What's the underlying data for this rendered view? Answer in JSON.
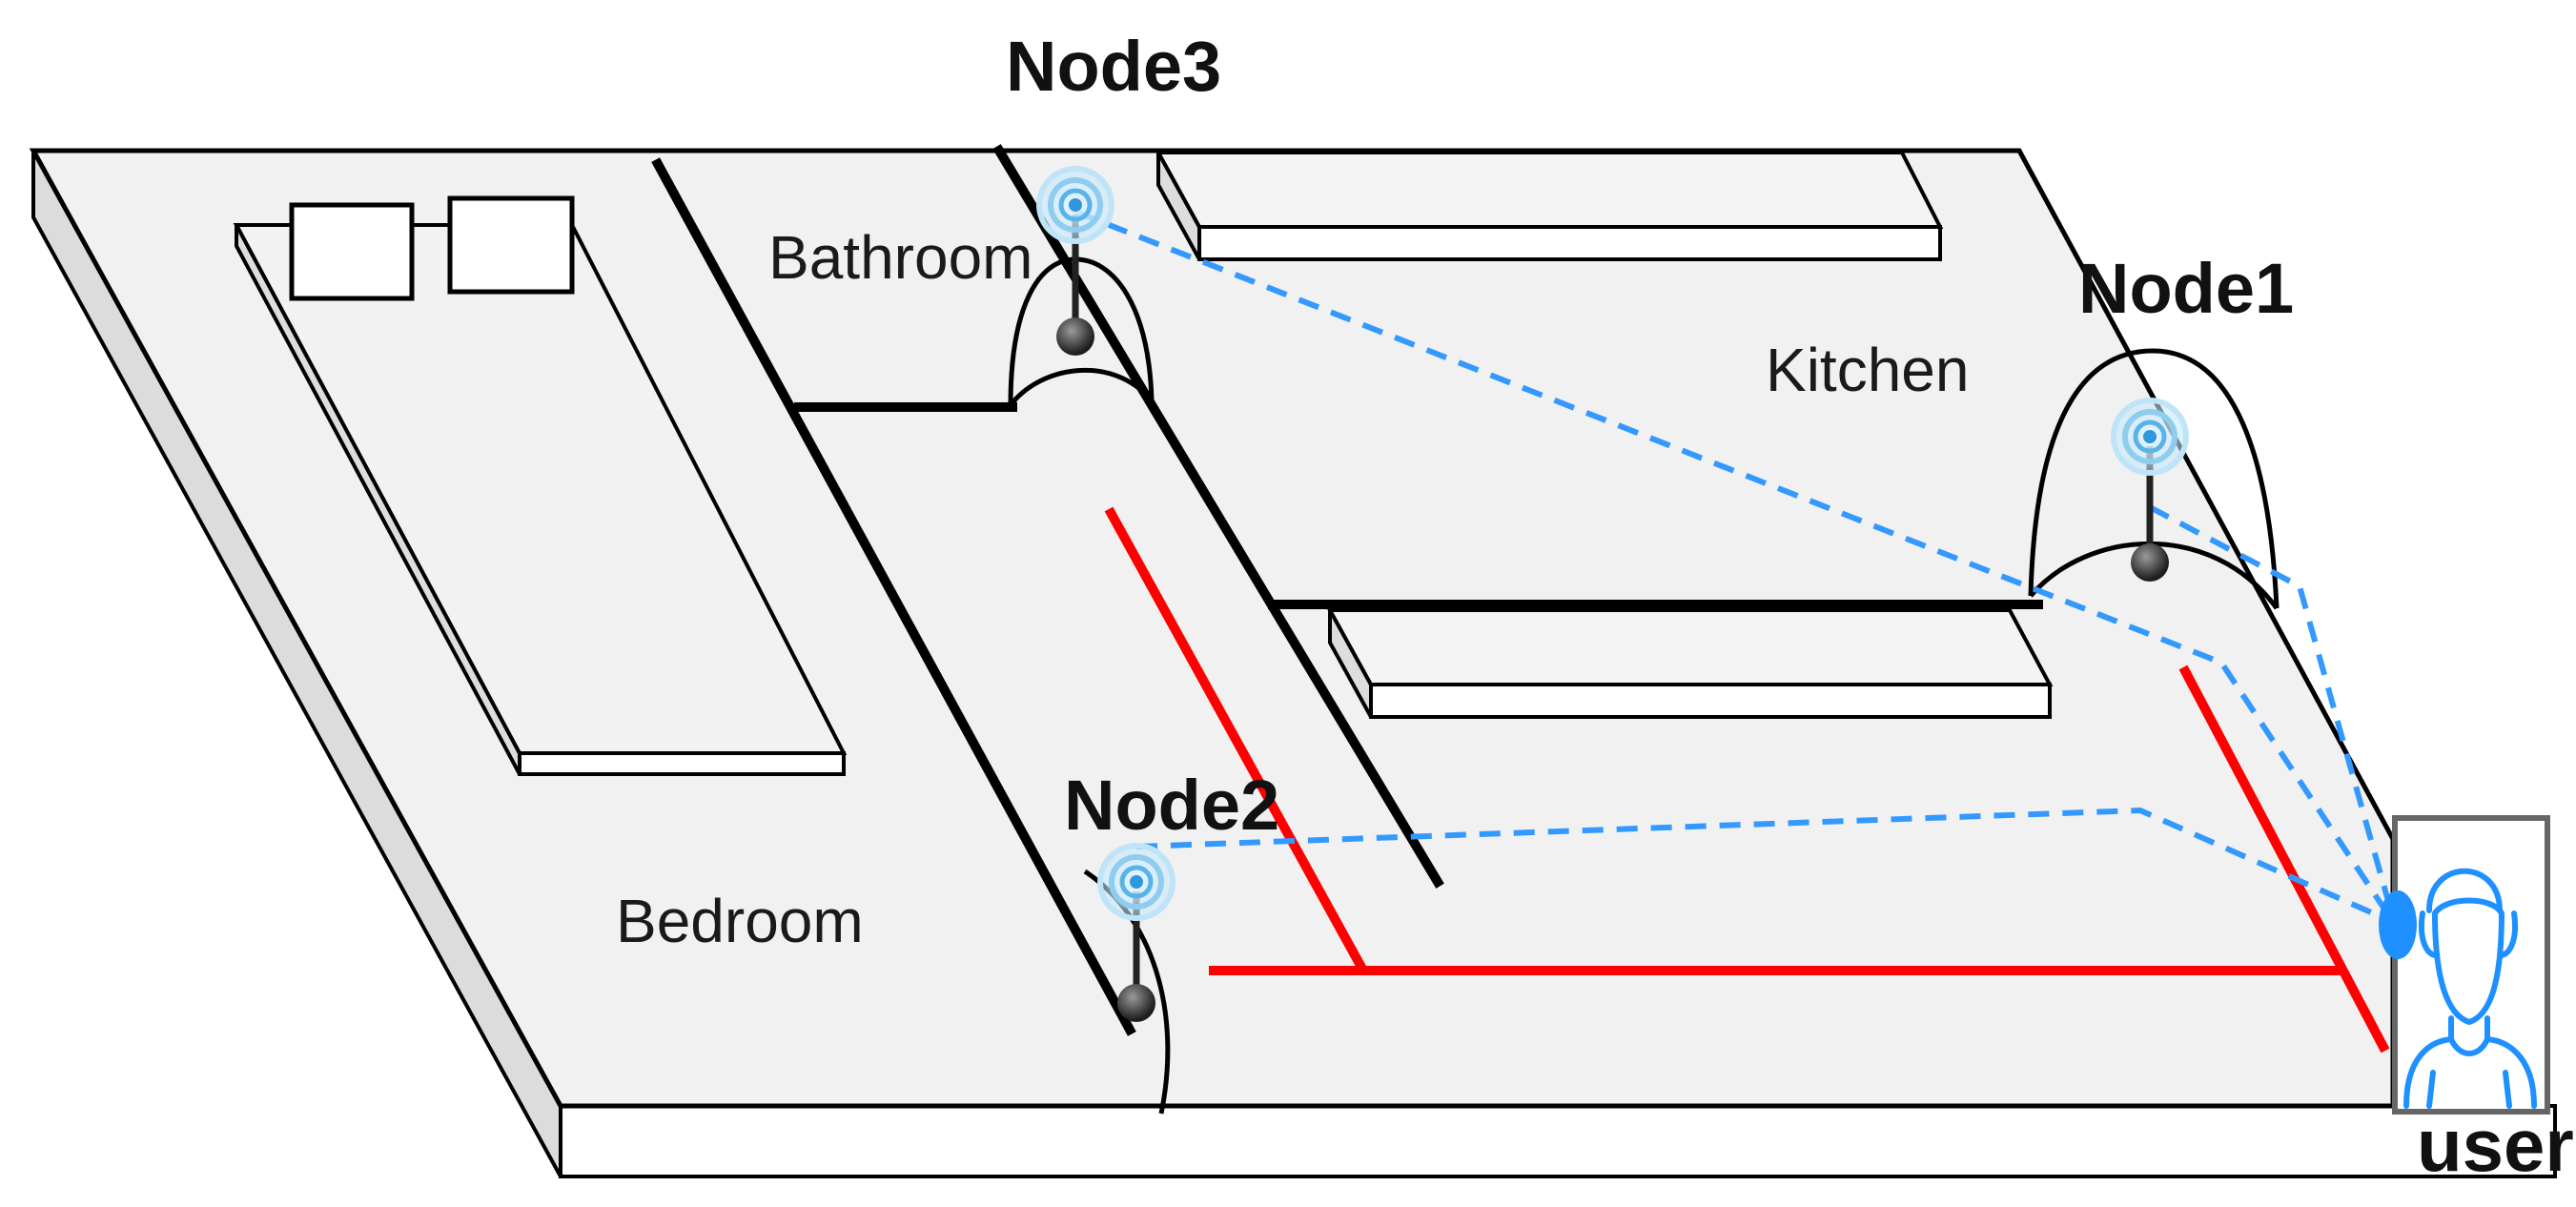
{
  "rooms": {
    "bathroom": "Bathroom",
    "kitchen": "Kitchen",
    "bedroom": "Bedroom"
  },
  "nodes": {
    "node1": "Node1",
    "node2": "Node2",
    "node3": "Node3"
  },
  "user": {
    "label": "user"
  },
  "colors": {
    "floor": "#f1f1f1",
    "wall": "#000000",
    "path": "#ff0000",
    "signal": "#3399ff",
    "user_icon": "#1e90ff",
    "user_box": "#666666"
  },
  "icons": [
    "wifi-antenna-icon",
    "user-avatar-icon"
  ]
}
